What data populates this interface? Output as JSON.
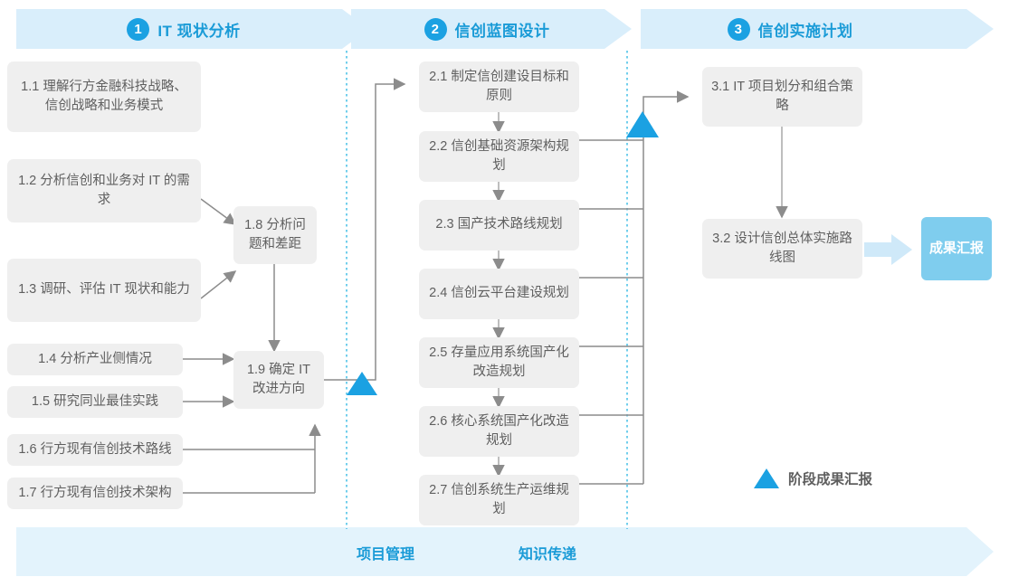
{
  "phases": [
    {
      "num": "1",
      "title": "IT 现状分析"
    },
    {
      "num": "2",
      "title": "信创蓝图设计"
    },
    {
      "num": "3",
      "title": "信创实施计划"
    }
  ],
  "phase1_boxes": [
    {
      "id": "1.1",
      "text": "1.1 理解行方金融科技战略、信创战略和业务模式"
    },
    {
      "id": "1.2",
      "text": "1.2 分析信创和业务对 IT 的需求"
    },
    {
      "id": "1.3",
      "text": "1.3 调研、评估 IT 现状和能力"
    },
    {
      "id": "1.4",
      "text": "1.4 分析产业侧情况"
    },
    {
      "id": "1.5",
      "text": "1.5 研究同业最佳实践"
    },
    {
      "id": "1.6",
      "text": "1.6 行方现有信创技术路线"
    },
    {
      "id": "1.7",
      "text": "1.7 行方现有信创技术架构"
    },
    {
      "id": "1.8",
      "text": "1.8 分析问题和差距"
    },
    {
      "id": "1.9",
      "text": "1.9 确定 IT 改进方向"
    }
  ],
  "phase2_boxes": [
    {
      "id": "2.1",
      "text": "2.1 制定信创建设目标和原则"
    },
    {
      "id": "2.2",
      "text": "2.2 信创基础资源架构规划"
    },
    {
      "id": "2.3",
      "text": "2.3 国产技术路线规划"
    },
    {
      "id": "2.4",
      "text": "2.4 信创云平台建设规划"
    },
    {
      "id": "2.5",
      "text": "2.5 存量应用系统国产化改造规划"
    },
    {
      "id": "2.6",
      "text": "2.6 核心系统国产化改造规划"
    },
    {
      "id": "2.7",
      "text": "2.7 信创系统生产运维规划"
    }
  ],
  "phase3_boxes": [
    {
      "id": "3.1",
      "text": "3.1 IT 项目划分和组合策略"
    },
    {
      "id": "3.2",
      "text": "3.2 设计信创总体实施路线图"
    }
  ],
  "result_box": {
    "text": "成果汇报"
  },
  "legend": {
    "text": "阶段成果汇报"
  },
  "bottom_band": {
    "labels": [
      "项目管理",
      "知识传递"
    ]
  },
  "colors": {
    "band": "#d9eefb",
    "accent": "#1ba1e2",
    "accent_text": "#1a9bd7",
    "box_bg": "#efefef",
    "box_text": "#5f5f5f",
    "result_bg": "#7fcdee",
    "connector": "#8c8c8c",
    "dotted": "#4fc3e8",
    "fat_arrow": "#cfe9f9"
  }
}
